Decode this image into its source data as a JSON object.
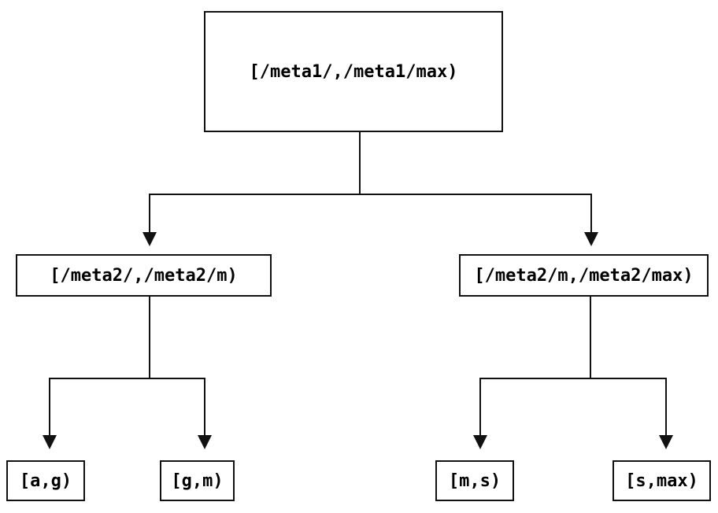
{
  "diagram": {
    "type": "tree",
    "background_color": "#ffffff",
    "line_color": "#111111",
    "text_color": "#000000",
    "nodes": {
      "root": {
        "label": "[/meta1/,/meta1/max)"
      },
      "lchild": {
        "label": "[/meta2/,/meta2/m)"
      },
      "rchild": {
        "label": "[/meta2/m,/meta2/max)"
      },
      "leaf_ag": {
        "label": "[a,g)"
      },
      "leaf_gm": {
        "label": "[g,m)"
      },
      "leaf_ms": {
        "label": "[m,s)"
      },
      "leaf_smax": {
        "label": "[s,max)"
      }
    },
    "edges": [
      {
        "from": "root",
        "to": "lchild"
      },
      {
        "from": "root",
        "to": "rchild"
      },
      {
        "from": "lchild",
        "to": "leaf_ag"
      },
      {
        "from": "lchild",
        "to": "leaf_gm"
      },
      {
        "from": "rchild",
        "to": "leaf_ms"
      },
      {
        "from": "rchild",
        "to": "leaf_smax"
      }
    ]
  }
}
